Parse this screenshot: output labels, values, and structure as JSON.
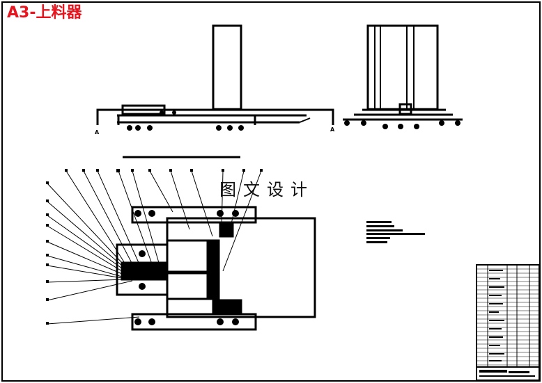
{
  "header": {
    "title": "A3-上料器"
  },
  "watermark": {
    "text": "图文设计"
  },
  "section_marks": {
    "left": "A",
    "right": "A"
  },
  "colors": {
    "title": "#e8141e",
    "line": "#000000",
    "background": "#ffffff"
  }
}
